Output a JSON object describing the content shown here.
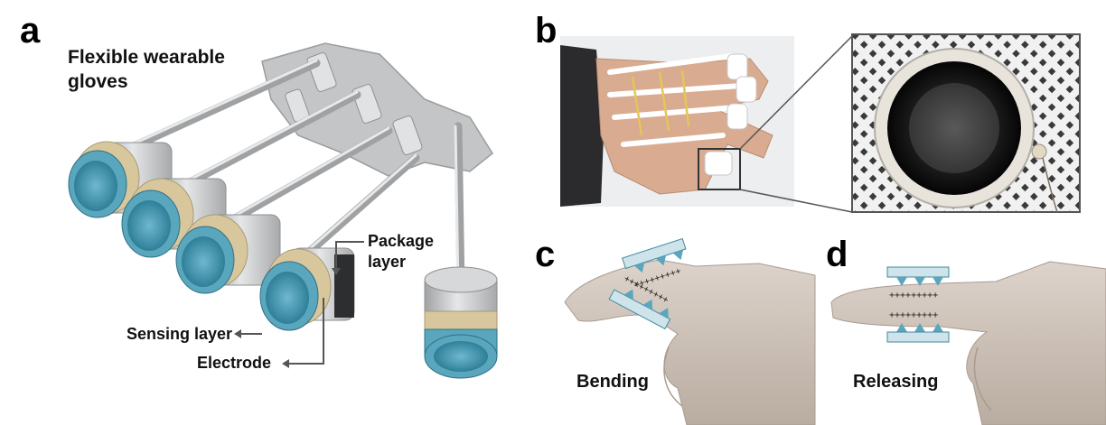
{
  "figure": {
    "panel_a": {
      "label": "a",
      "title": "Flexible wearable gloves",
      "callouts": {
        "package": "Package layer",
        "sensing": "Sensing layer",
        "electrode": "Electrode"
      }
    },
    "panel_b": {
      "label": "b"
    },
    "panel_c": {
      "label": "c",
      "caption": "Bending"
    },
    "panel_d": {
      "label": "d",
      "caption": "Releasing"
    },
    "colors": {
      "glove_gray": "#c9cacb",
      "sensing_blue": "#5aa6bd",
      "tan_band": "#d8c79d",
      "finger_skin": "#cfc3b8"
    }
  }
}
